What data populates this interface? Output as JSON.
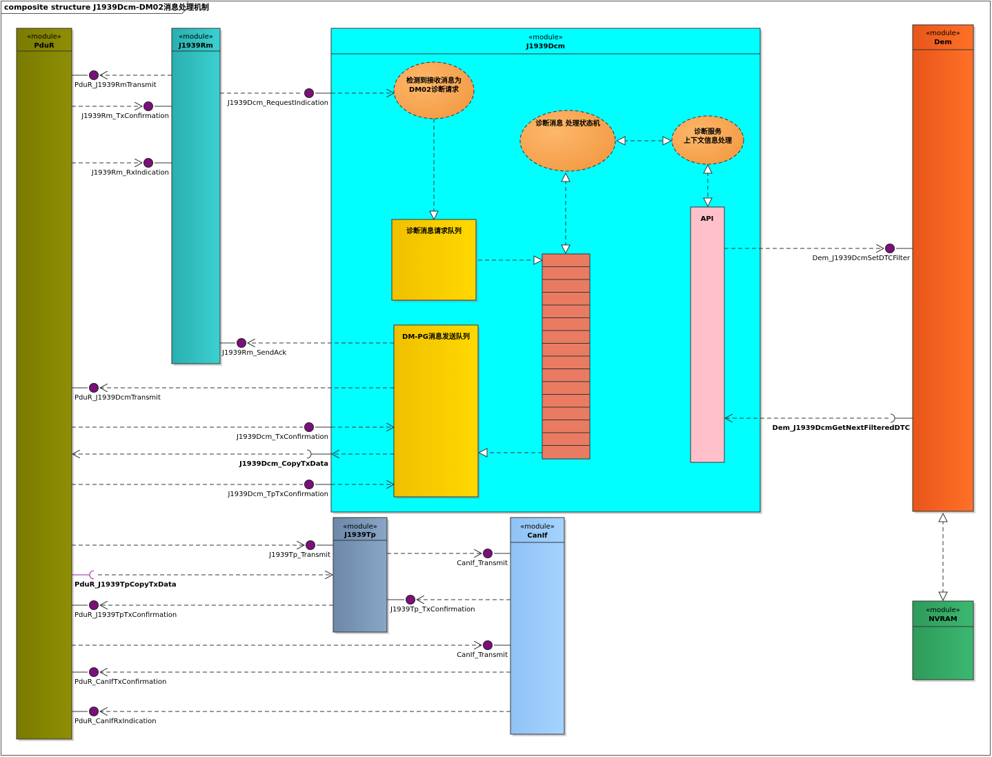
{
  "diagram": {
    "title": "composite structure J1939Dcm-DM02消息处理机制",
    "stereotype": "«module»",
    "modules": {
      "pdur": "PduR",
      "j1939rm": "J1939Rm",
      "j1939dcm": "J1939Dcm",
      "dem": "Dem",
      "j1939tp": "J1939Tp",
      "canif": "CanIf",
      "nvram": "NVRAM"
    },
    "parts": {
      "detect_line1": "检测到接收消息为",
      "detect_line2": "DM02诊断请求",
      "state_machine": "诊断消息 处理状态机",
      "context_line1": "诊断服务",
      "context_line2": "上下文信息处理",
      "api": "API",
      "request_queue": "诊断消息请求队列",
      "send_queue": "DM-PG消息发送队列"
    },
    "ports": {
      "pdur_j1939rmtransmit": "PduR_J1939RmTransmit",
      "j1939rm_txconfirmation": "J1939Rm_TxConfirmation",
      "j1939rm_rxindication": "J1939Rm_RxIndication",
      "j1939dcm_requestindication": "J1939Dcm_RequestIndication",
      "j1939rm_sendack": "J1939Rm_SendAck",
      "pdur_j1939dcmtransmit": "PduR_J1939DcmTransmit",
      "j1939dcm_txconfirmation": "J1939Dcm_TxConfirmation",
      "j1939dcm_copytxdata": "J1939Dcm_CopyTxData",
      "j1939dcm_tptxconfirmation": "J1939Dcm_TpTxConfirmation",
      "dem_setdtcfilter": "Dem_J1939DcmSetDTCFilter",
      "dem_getnextfiltereddtc": "Dem_J1939DcmGetNextFilteredDTC",
      "j1939tp_transmit": "J1939Tp_Transmit",
      "canif_transmit_1": "CanIf_Transmit",
      "pdur_j1939tpcopytxdata": "PduR_J1939TpCopyTxData",
      "j1939tp_txconfirmation": "J1939Tp_TxConfirmation",
      "pdur_j1939tptxconfirmation": "PduR_J1939TpTxConfirmation",
      "canif_transmit_2": "CanIf_Transmit",
      "pdur_caniftxconfirmation": "PduR_CanIfTxConfirmation",
      "pdur_canifrxindication": "PduR_CanIfRxIndication"
    },
    "colors": {
      "pdur": "#868600",
      "j1939rm": "#33c5c5",
      "j1939dcm": "#00ffff",
      "dem": "#fb6820",
      "j1939tp": "#7a97b8",
      "canif": "#99ccff",
      "nvram": "#35a865",
      "ellipse": "#f9a34d",
      "queue": "#ffd700",
      "stack": "#e97b63",
      "api": "#ffc0cb",
      "port": "#7b0f7b"
    }
  }
}
